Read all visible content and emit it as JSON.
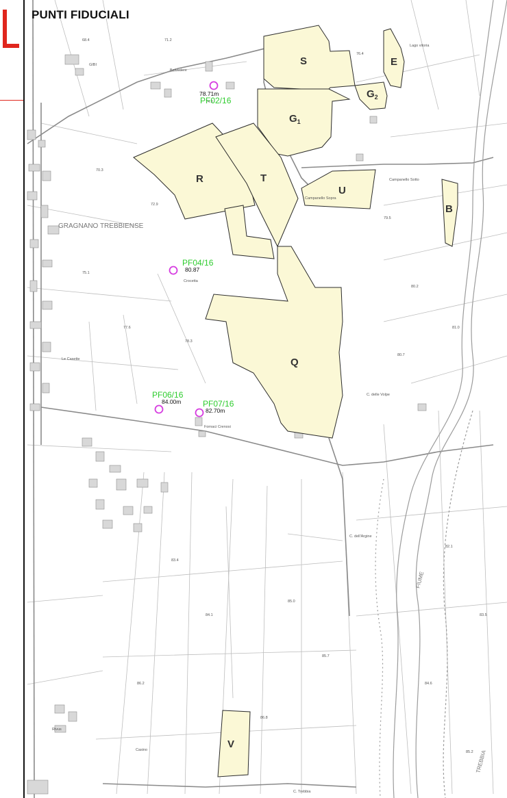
{
  "title": "PUNTI FIDUCIALI",
  "colors": {
    "zone_fill": "#fbf8d6",
    "zone_stroke": "#2b2b2b",
    "marker": "#d63be0",
    "marker_label": "#2ecc2e",
    "frame_red": "#e0261d"
  },
  "places": {
    "town": "GRAGNANO TREBBIENSE",
    "belvedere": "Belvedere",
    "crocetta": "Crocetta",
    "fornaci": "Fornaci Crenosi",
    "lago": "Lago vitoria",
    "campanello": "Campanello Sotto",
    "campanello2": "Campanello Sopra",
    "casette": "Le Casette",
    "volpe": "C. delle Volpe",
    "argine": "C. dell'Argine",
    "rivus": "Rivus",
    "casino": "Casino",
    "cbouq": "C. Trebbia",
    "gibi": "GIBI",
    "fiume": "FIUME",
    "trebbia": "TREBBIA"
  },
  "zones": [
    {
      "letter": "S",
      "sub": ""
    },
    {
      "letter": "E",
      "sub": ""
    },
    {
      "letter": "G",
      "sub": "2"
    },
    {
      "letter": "G",
      "sub": "1"
    },
    {
      "letter": "R",
      "sub": ""
    },
    {
      "letter": "T",
      "sub": ""
    },
    {
      "letter": "U",
      "sub": ""
    },
    {
      "letter": "B",
      "sub": ""
    },
    {
      "letter": "Q",
      "sub": ""
    },
    {
      "letter": "V",
      "sub": ""
    }
  ],
  "markers": [
    {
      "label": "PF02/16",
      "elevation": "78.71m"
    },
    {
      "label": "PF04/16",
      "elevation": "80.87"
    },
    {
      "label": "PF06/16",
      "elevation": "84.00m"
    },
    {
      "label": "PF07/16",
      "elevation": "82.70m"
    }
  ]
}
